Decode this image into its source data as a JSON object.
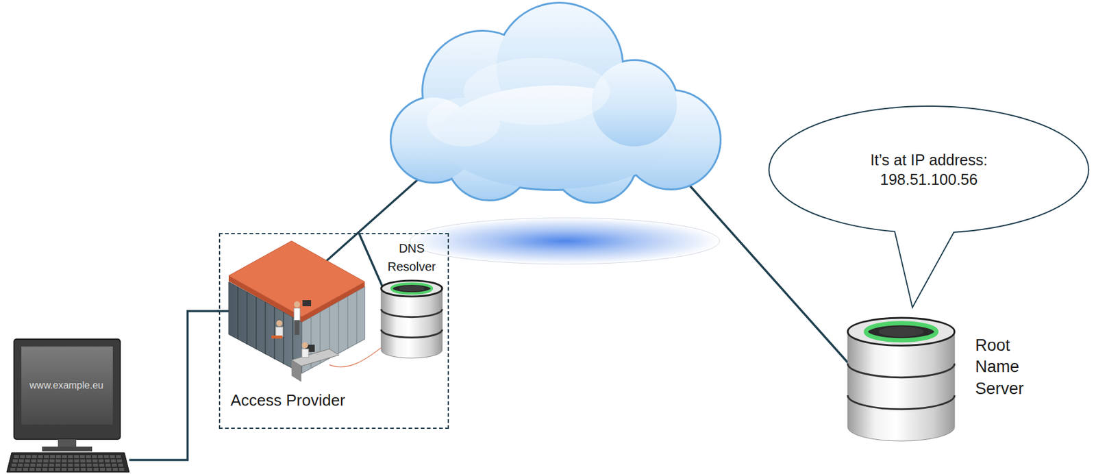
{
  "diagram": {
    "nodes": [
      {
        "text": [
          "www.example.eu"
        ]
      },
      {
        "text": [
          "Access Provider"
        ]
      },
      {
        "text": [
          "DNS Resolver"
        ],
        "in": 1
      },
      {
        "text": [
          "Root Name Server"
        ]
      },
      {
        "text": [
          "It’s at IP address: 198.51.100.56"
        ]
      }
    ],
    "edges": [
      {
        "from": 0,
        "to": 1,
        "arrow": "none"
      }
    ]
  }
}
